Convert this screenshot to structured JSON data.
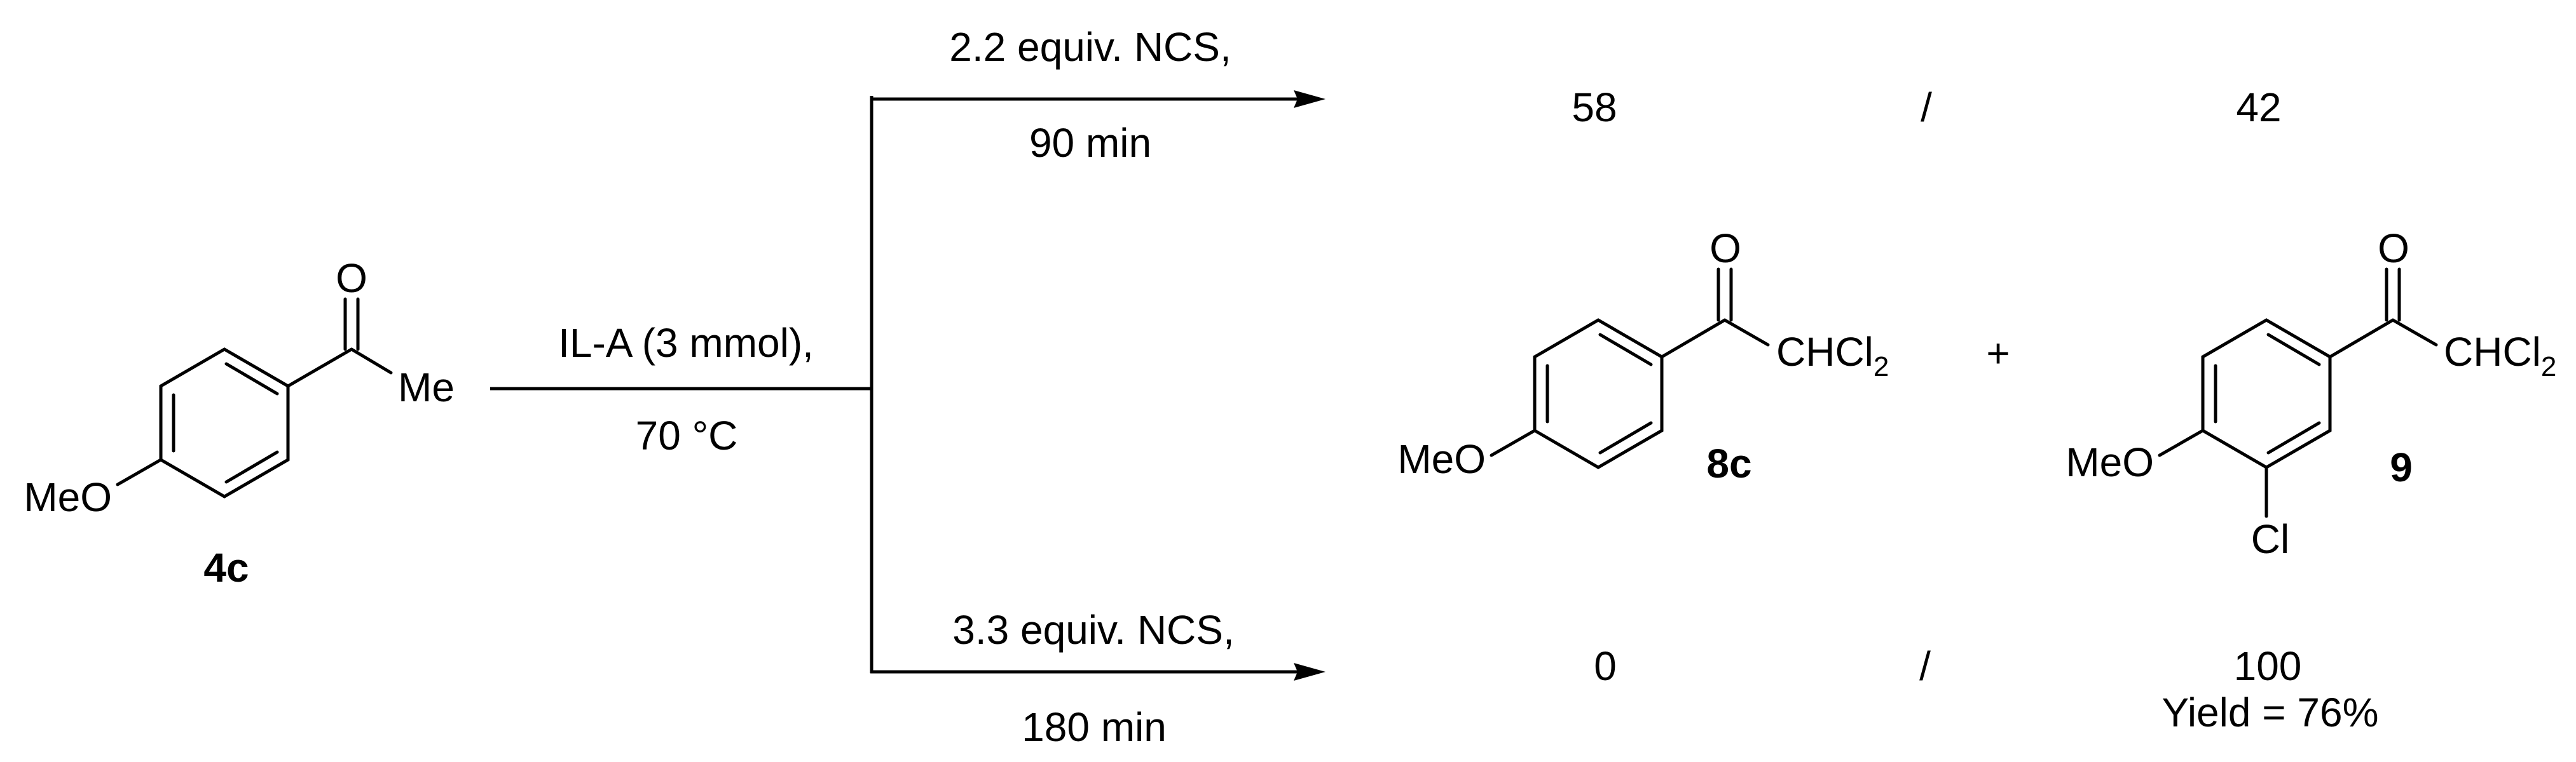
{
  "scheme": {
    "starting_material": {
      "label": "4c",
      "substituents": {
        "carbonyl_o": "O",
        "methyl": "Me",
        "methoxy": "MeO"
      }
    },
    "step1": {
      "reagent": "IL-A (3 mmol),",
      "condition": "70 °C"
    },
    "branch_top": {
      "reagent": "2.2 equiv. NCS,",
      "time": "90 min",
      "ratio_8c": "58",
      "separator": "/",
      "ratio_9": "42"
    },
    "branch_bottom": {
      "reagent": "3.3 equiv. NCS,",
      "time": "180 min",
      "ratio_8c": "0",
      "separator": "/",
      "ratio_9": "100",
      "yield": "Yield = 76%"
    },
    "product_8c": {
      "label": "8c",
      "substituents": {
        "carbonyl_o": "O",
        "group_main": "CHCl",
        "group_sub": "2",
        "methoxy": "MeO"
      }
    },
    "plus": "+",
    "product_9": {
      "label": "9",
      "substituents": {
        "carbonyl_o": "O",
        "group_main": "CHCl",
        "group_sub": "2",
        "methoxy": "MeO",
        "chloro": "Cl"
      }
    }
  }
}
